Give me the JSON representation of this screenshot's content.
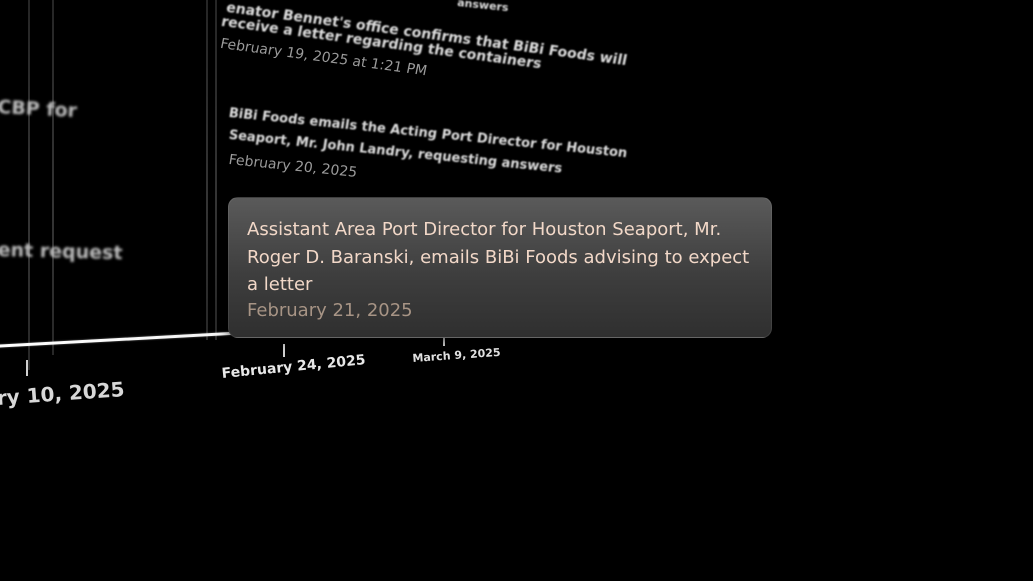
{
  "timeline": {
    "events_background": [
      {
        "title": "BiBi Foods emails the Acting Port Director for Houston Seaport, Mr. John Landry, requesting answers",
        "title_visible": "answers"
      },
      {
        "title_line1": "enator Bennet's office confirms that BiBi Foods will",
        "title_line2": "receive a letter regarding the containers",
        "date": "February 19, 2025 at 1:21 PM"
      },
      {
        "title_line1": "BiBi Foods emails the Acting Port Director for Houston",
        "title_line2": "Seaport, Mr. John Landry, requesting answers",
        "date": "February 20, 2025"
      }
    ],
    "left_fragments": [
      {
        "text": "CBP for"
      },
      {
        "text": "ent request"
      }
    ],
    "axis_labels": [
      {
        "text": "ry 10, 2025"
      },
      {
        "text": "February 24, 2025"
      },
      {
        "text": "March 9, 2025"
      }
    ]
  },
  "tooltip": {
    "title": "Assistant Area Port Director for Houston Seaport, Mr. Roger D. Baranski, emails BiBi Foods advising to expect a letter",
    "date": "February 21, 2025"
  },
  "colors": {
    "background": "#000000",
    "tooltip_title": "#f2d8c8",
    "tooltip_date": "#a79485",
    "axis": "#ffffff"
  }
}
